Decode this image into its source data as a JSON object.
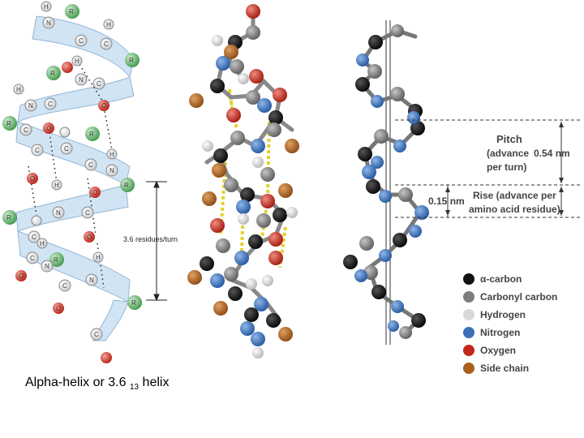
{
  "left_panel": {
    "residue_note": "3.6 residues/turn",
    "atoms": {
      "H": "H",
      "N": "N",
      "C": "C",
      "R": "R",
      "O": "O"
    }
  },
  "right_panel": {
    "pitch_title": "Pitch",
    "pitch_sub1": "(advance",
    "pitch_sub2": "per turn)",
    "pitch_value": "0.54 nm",
    "rise_title": "Rise (advance per",
    "rise_sub": "amino acid residue)",
    "rise_value": "0.15 nm"
  },
  "legend": {
    "items": [
      {
        "label": "α-carbon",
        "color": "#111111"
      },
      {
        "label": "Carbonyl carbon",
        "color": "#7d7d7d"
      },
      {
        "label": "Hydrogen",
        "color": "#d8d8d8"
      },
      {
        "label": "Nitrogen",
        "color": "#3c6fb5"
      },
      {
        "label": "Oxygen",
        "color": "#c0281c"
      },
      {
        "label": "Side chain",
        "color": "#a8601e"
      }
    ]
  },
  "caption": {
    "main": "Alpha-helix or 3.6",
    "subscript": "13",
    "tail": "helix"
  }
}
